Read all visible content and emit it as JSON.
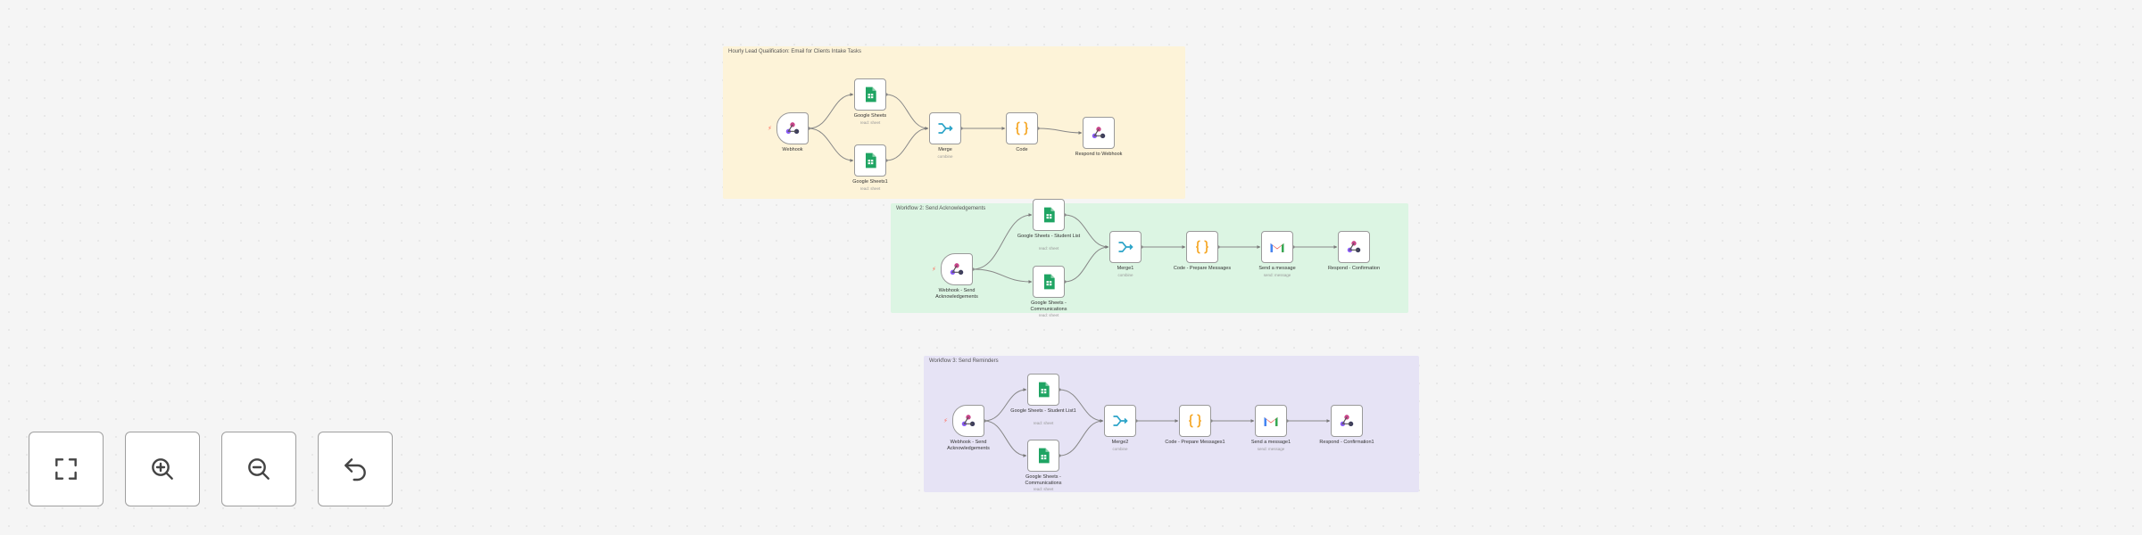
{
  "workflows": [
    {
      "title": "Hourly Lead Qualification: Email for Clients Intake Tasks",
      "color": "#fdf3d8",
      "nodes": [
        {
          "id": "w1",
          "label": "Webhook",
          "sub": "",
          "icon": "webhook-icon",
          "trigger": true
        },
        {
          "id": "s1",
          "label": "Google Sheets",
          "sub": "read: sheet",
          "icon": "google-sheets-icon"
        },
        {
          "id": "s2",
          "label": "Google Sheets1",
          "sub": "read: sheet",
          "icon": "google-sheets-icon"
        },
        {
          "id": "m1",
          "label": "Merge",
          "sub": "combine",
          "icon": "merge-icon"
        },
        {
          "id": "c1",
          "label": "Code",
          "sub": "",
          "icon": "code-icon"
        },
        {
          "id": "r1",
          "label": "Respond to Webhook",
          "sub": "",
          "icon": "webhook-icon"
        }
      ]
    },
    {
      "title": "Workflow 2: Send Acknowledgements",
      "color": "#dcf5e3",
      "nodes": [
        {
          "id": "w2",
          "label": "Webhook - Send Acknowledgements",
          "sub": "",
          "icon": "webhook-icon",
          "trigger": true
        },
        {
          "id": "s3",
          "label": "Google Sheets - Student List",
          "sub": "read: sheet",
          "icon": "google-sheets-icon"
        },
        {
          "id": "s4",
          "label": "Google Sheets - Communications",
          "sub": "read: sheet",
          "icon": "google-sheets-icon"
        },
        {
          "id": "m2",
          "label": "Merge1",
          "sub": "combine",
          "icon": "merge-icon"
        },
        {
          "id": "c2",
          "label": "Code - Prepare Messages",
          "sub": "",
          "icon": "code-icon"
        },
        {
          "id": "g1",
          "label": "Send a message",
          "sub": "send: message",
          "icon": "gmail-icon"
        },
        {
          "id": "r2",
          "label": "Respond - Confirmation",
          "sub": "",
          "icon": "webhook-icon"
        }
      ]
    },
    {
      "title": "Workflow 3: Send Reminders",
      "color": "#e6e3f5",
      "nodes": [
        {
          "id": "w3",
          "label": "Webhook - Send Acknowledgements",
          "sub": "",
          "icon": "webhook-icon",
          "trigger": true
        },
        {
          "id": "s5",
          "label": "Google Sheets - Student List1",
          "sub": "read: sheet",
          "icon": "google-sheets-icon"
        },
        {
          "id": "s6",
          "label": "Google Sheets - Communications",
          "sub": "read: sheet",
          "icon": "google-sheets-icon"
        },
        {
          "id": "m3",
          "label": "Merge2",
          "sub": "combine",
          "icon": "merge-icon"
        },
        {
          "id": "c3",
          "label": "Code - Prepare Messages1",
          "sub": "",
          "icon": "code-icon"
        },
        {
          "id": "g2",
          "label": "Send a message1",
          "sub": "send: message",
          "icon": "gmail-icon"
        },
        {
          "id": "r3",
          "label": "Respond - Confirmation1",
          "sub": "",
          "icon": "webhook-icon"
        }
      ]
    }
  ],
  "edges": [
    [
      "w1",
      "s1"
    ],
    [
      "w1",
      "s2"
    ],
    [
      "s1",
      "m1"
    ],
    [
      "s2",
      "m1"
    ],
    [
      "m1",
      "c1"
    ],
    [
      "c1",
      "r1"
    ],
    [
      "w2",
      "s3"
    ],
    [
      "w2",
      "s4"
    ],
    [
      "s3",
      "m2"
    ],
    [
      "s4",
      "m2"
    ],
    [
      "m2",
      "c2"
    ],
    [
      "c2",
      "g1"
    ],
    [
      "g1",
      "r2"
    ],
    [
      "w3",
      "s5"
    ],
    [
      "w3",
      "s6"
    ],
    [
      "s5",
      "m3"
    ],
    [
      "s6",
      "m3"
    ],
    [
      "m3",
      "c3"
    ],
    [
      "c3",
      "g2"
    ],
    [
      "g2",
      "r3"
    ]
  ],
  "controls": [
    {
      "icon": "fit-view-icon",
      "name": "fit-view-button"
    },
    {
      "icon": "zoom-in-icon",
      "name": "zoom-in-button"
    },
    {
      "icon": "zoom-out-icon",
      "name": "zoom-out-button"
    },
    {
      "icon": "undo-icon",
      "name": "reset-zoom-button"
    }
  ]
}
